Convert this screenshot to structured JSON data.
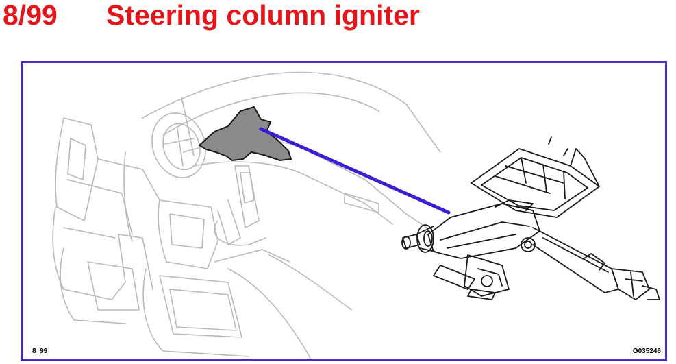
{
  "header": {
    "number": "8/99",
    "title": "Steering column igniter"
  },
  "figure": {
    "ref_left": "8_99",
    "ref_right": "G035246"
  },
  "colors": {
    "title": "#e8141b",
    "frame": "#4a28c6",
    "pointer": "#3b1fd6",
    "sketch_lines": "#b9b9b9",
    "highlight_fill": "#8a8a8a"
  }
}
